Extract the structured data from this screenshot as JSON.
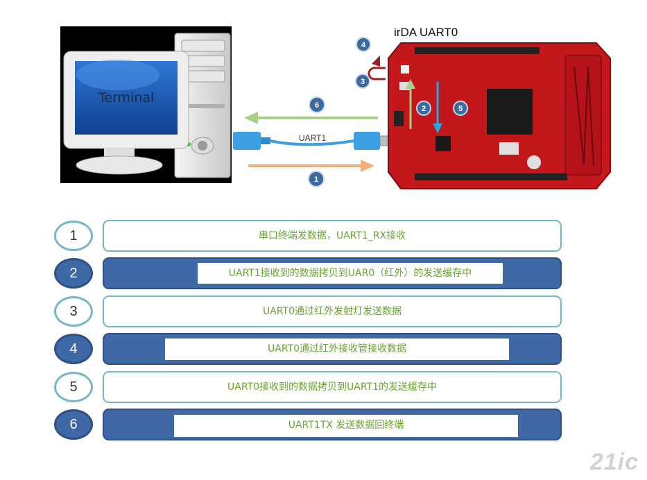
{
  "illustration": {
    "terminal_label": "Terminal",
    "cable_label": "UART1",
    "board_label": "irDA UART0",
    "markers": [
      "1",
      "2",
      "3",
      "4",
      "5",
      "6"
    ],
    "colors": {
      "arrow_green": "#8fbf5a",
      "arrow_orange": "#f0a060",
      "arrow_blue": "#2aa7e0",
      "board_red": "#c4171c",
      "cable_blue": "#3a9fe0",
      "marker_fill": "#3b6aa0",
      "screen_blue": "#1f5cb5"
    }
  },
  "steps": [
    {
      "number": "1",
      "text": "串口终端发数据，UART1_RX接收",
      "style": "light"
    },
    {
      "number": "2",
      "text": "UART1接收到的数据拷贝到UAR0（红外）的发送缓存中",
      "style": "dark"
    },
    {
      "number": "3",
      "text": "UART0通过红外发射灯发送数据",
      "style": "light"
    },
    {
      "number": "4",
      "text": "UART0通过红外接收管接收数据",
      "style": "dark"
    },
    {
      "number": "5",
      "text": "UART0接收到的数据拷贝到UART1的发送缓存中",
      "style": "light"
    },
    {
      "number": "6",
      "text": "UART1TX 发送数据回终端",
      "style": "dark"
    }
  ],
  "watermark": "21ic"
}
